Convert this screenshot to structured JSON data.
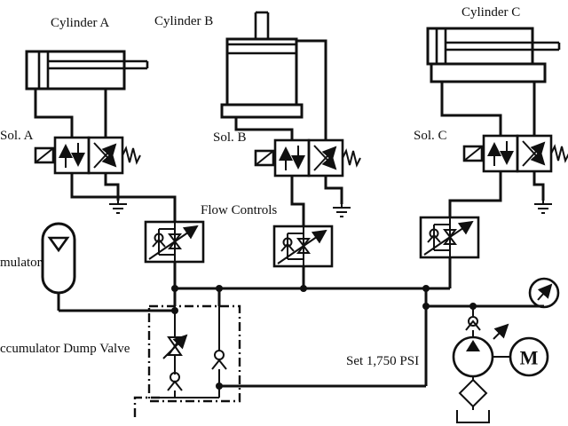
{
  "labels": {
    "cylinder_a": "Cylinder A",
    "cylinder_b": "Cylinder B",
    "cylinder_c": "Cylinder C",
    "sol_a": "Sol. A",
    "sol_b": "Sol. B",
    "sol_c": "Sol. C",
    "flow_controls": "Flow Controls",
    "accumulator_partial": "mulator",
    "dump_valve_partial": "ccumulator Dump Valve",
    "pressure_setting": "Set 1,750 PSI",
    "motor_letter": "M"
  },
  "colors": {
    "line": "#101010",
    "background": "#ffffff"
  }
}
